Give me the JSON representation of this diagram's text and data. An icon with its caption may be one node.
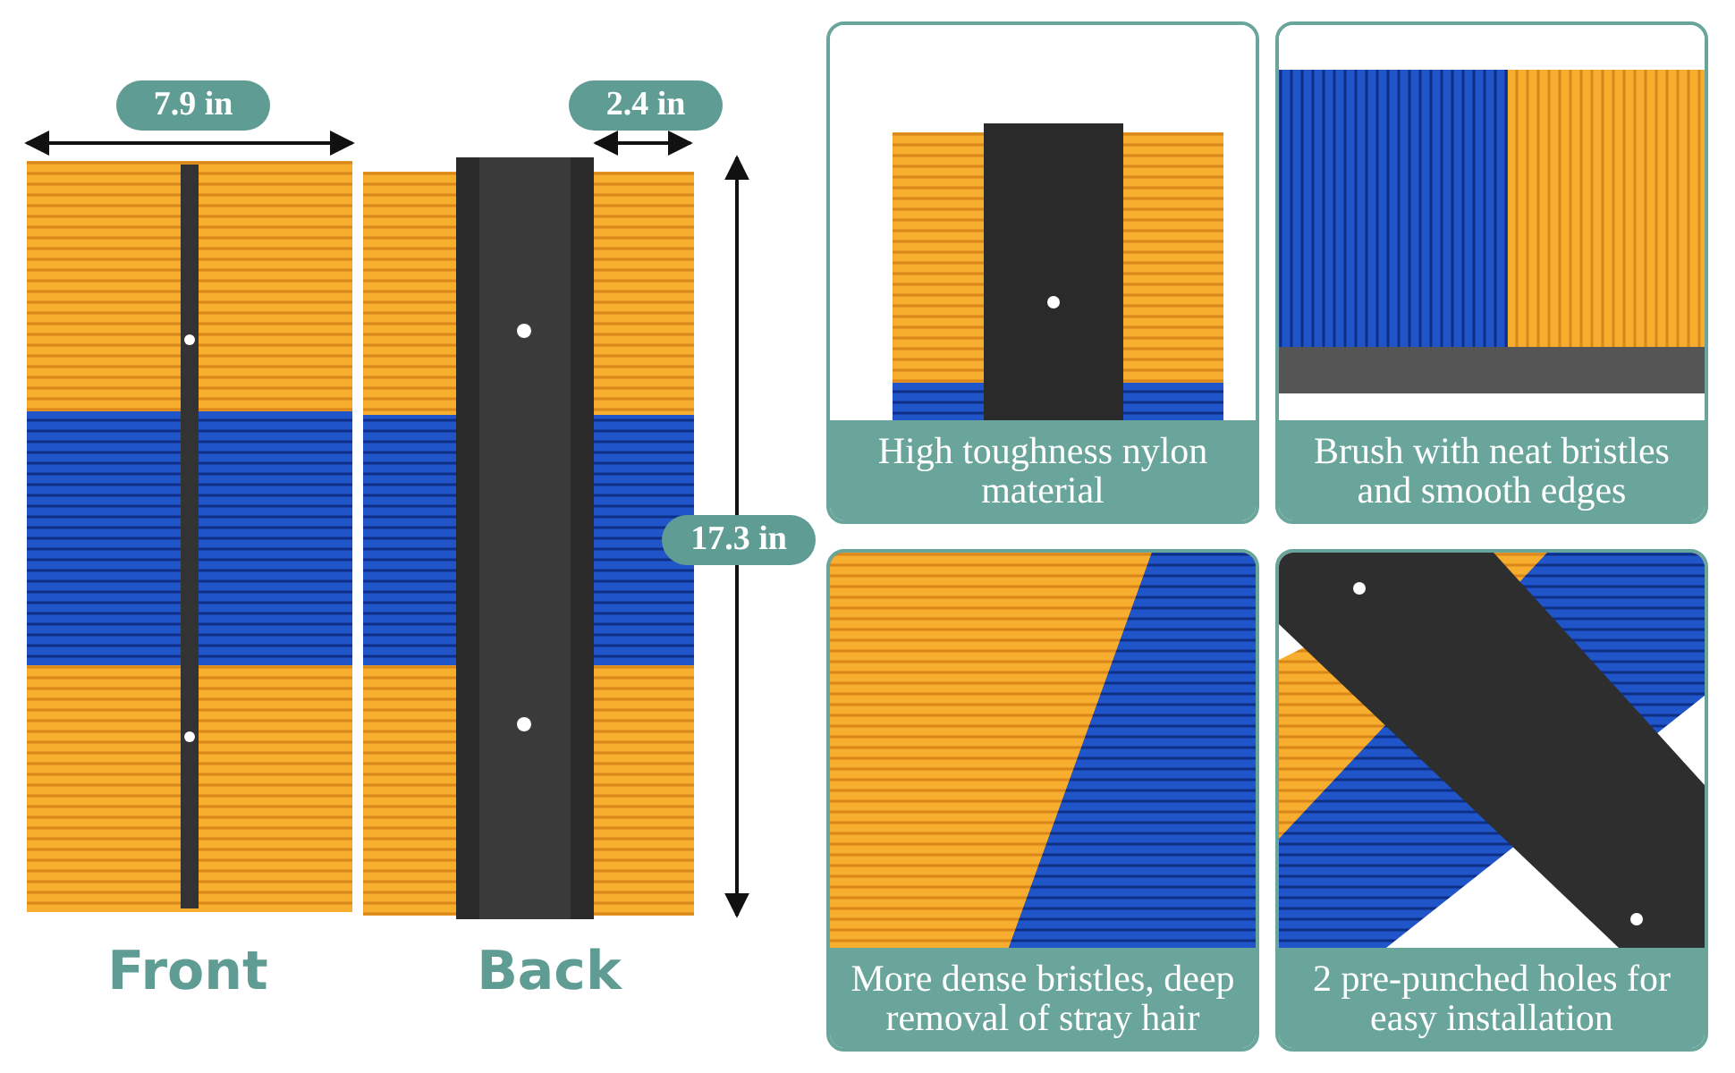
{
  "diagram": {
    "nodes": [
      {
        "text": [
          "High toughness nylon material"
        ]
      },
      {
        "text": [
          "Brush with neat bristles and smooth edges"
        ]
      },
      {
        "text": [
          "More dense bristles, deep removal of stray hair"
        ]
      },
      {
        "text": [
          "2 pre-punched holes for easy installation"
        ]
      }
    ],
    "labels": [
      "7.9 in",
      "2.4 in",
      "17.3 in",
      "Front",
      "Back"
    ]
  }
}
